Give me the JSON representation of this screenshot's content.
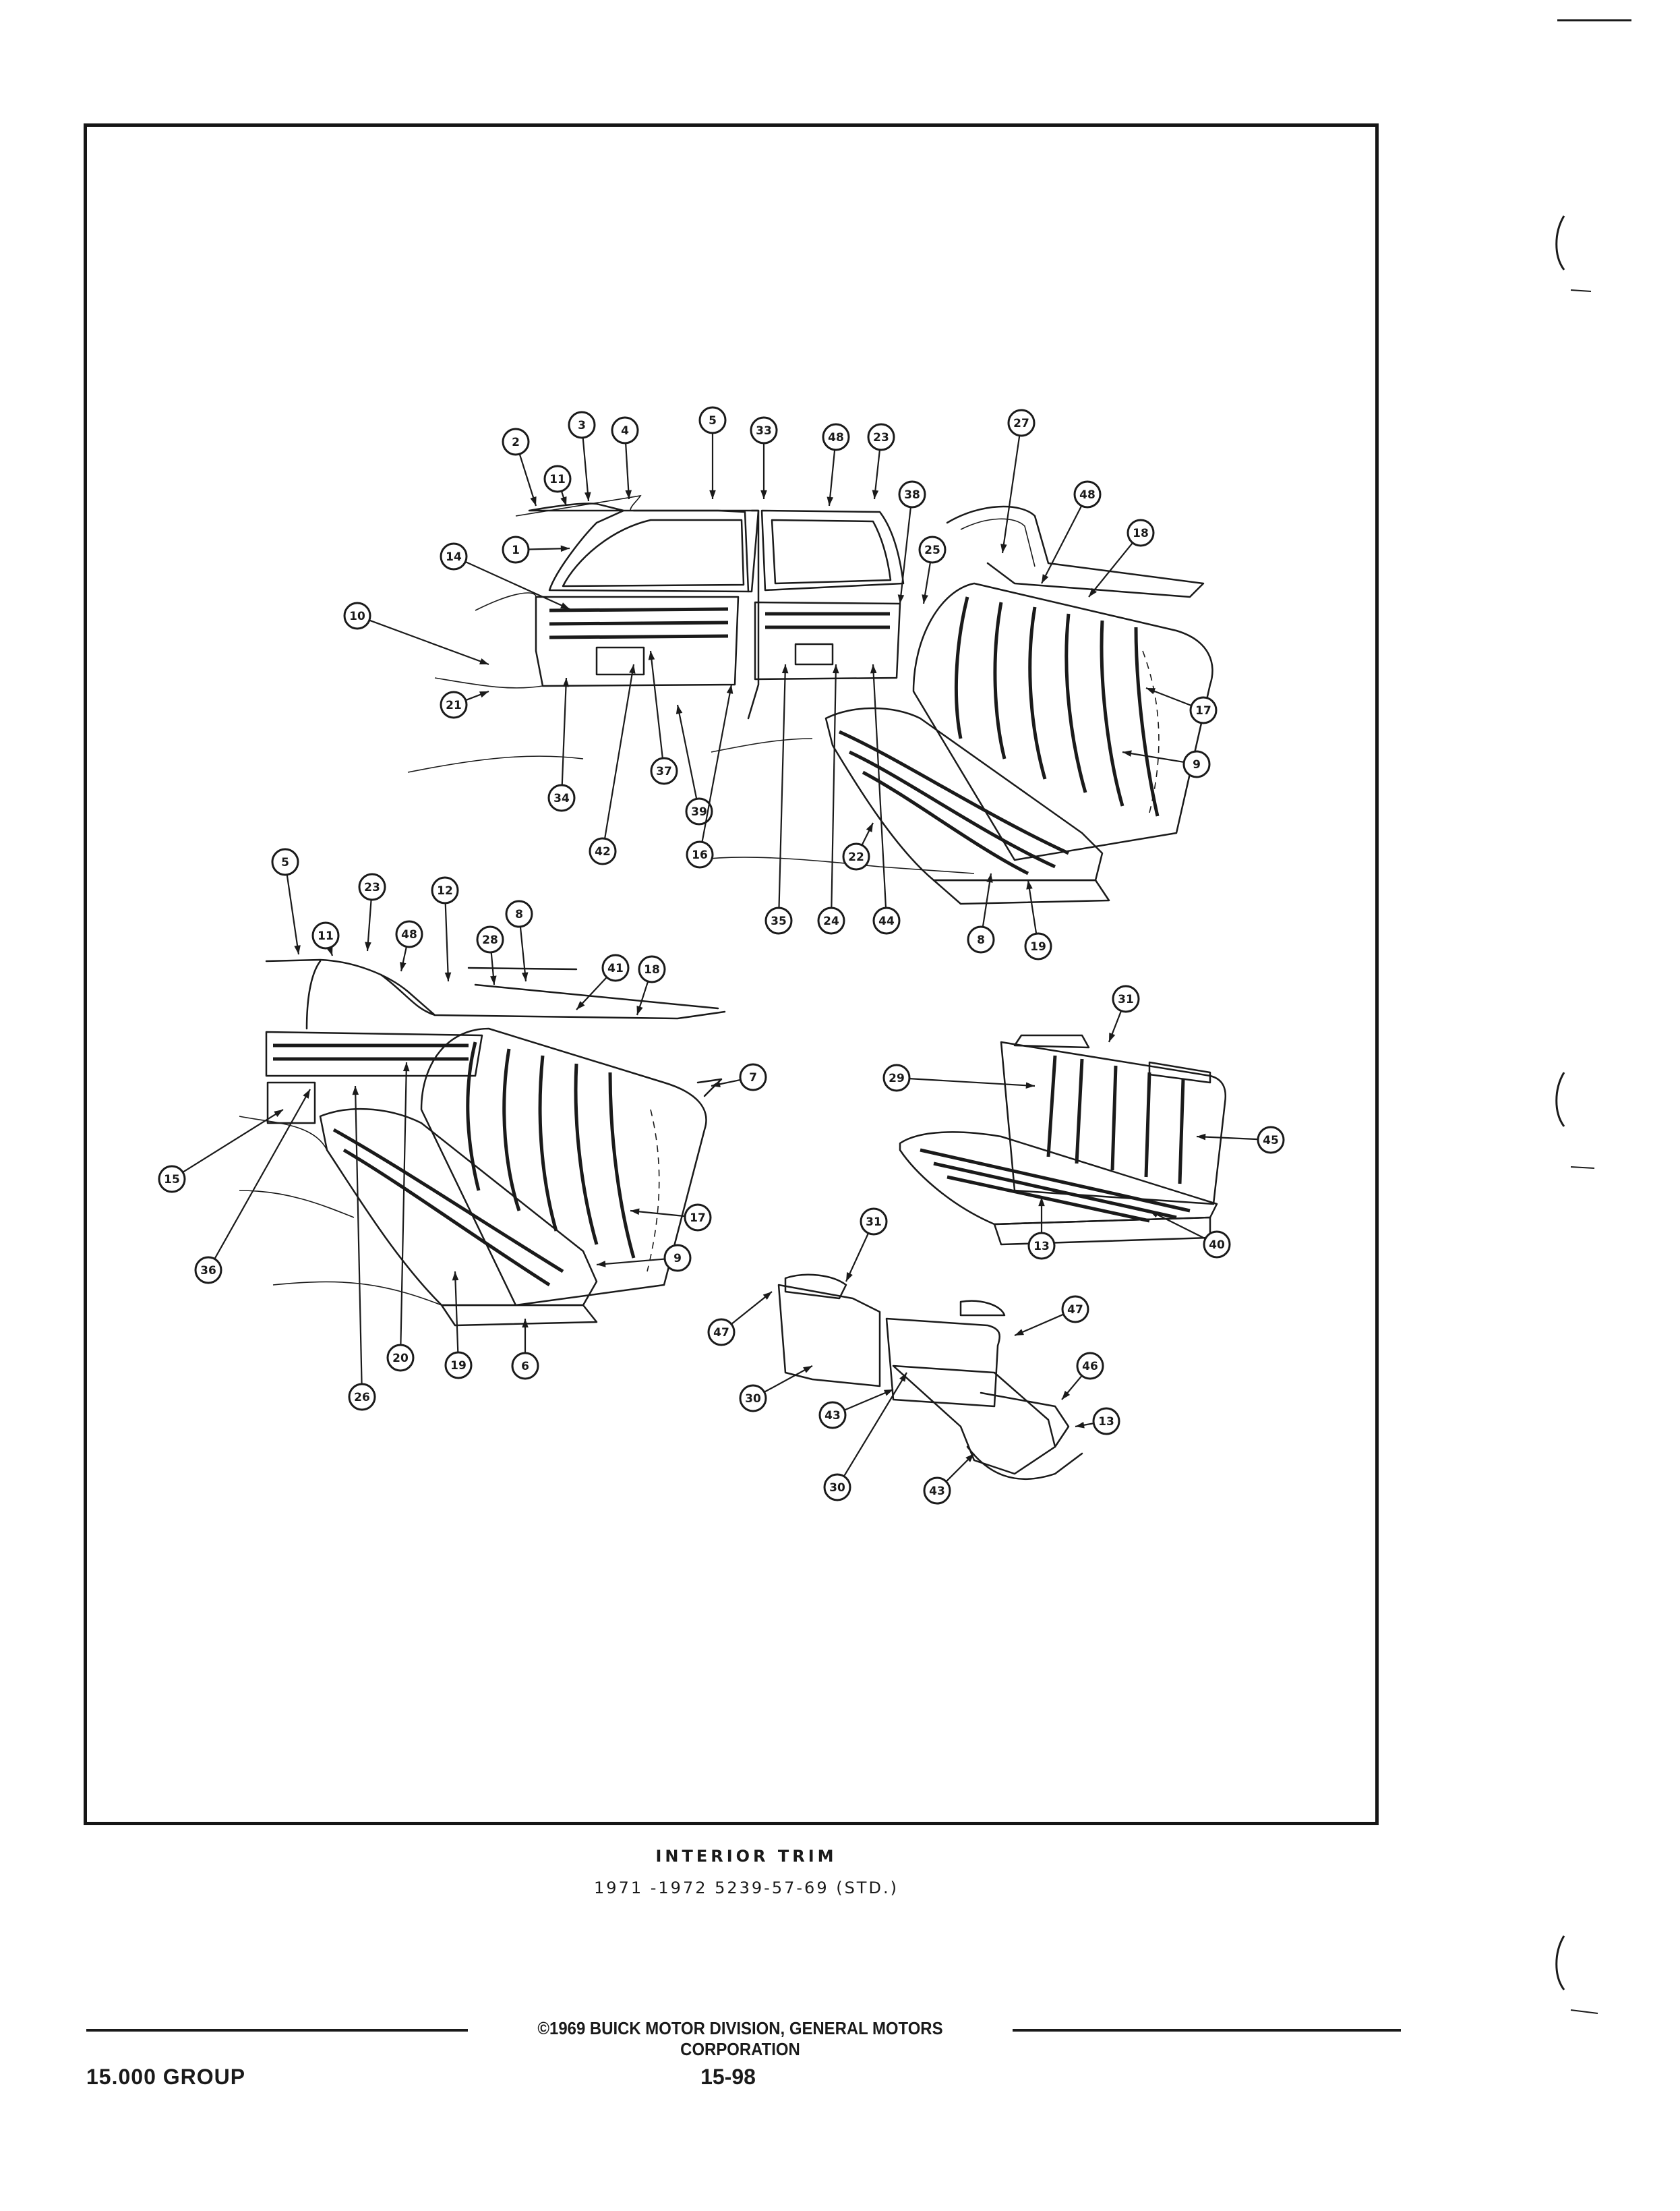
{
  "caption": {
    "title": "INTERIOR TRIM",
    "subtitle": "1971 -1972 5239-57-69 (STD.)"
  },
  "footer": {
    "copyright": "©1969 BUICK MOTOR DIVISION, GENERAL MOTORS CORPORATION",
    "group": "15.000 GROUP",
    "page_number": "15-98"
  },
  "callouts": {
    "top_view": [
      "2",
      "3",
      "4",
      "11",
      "5",
      "33",
      "48",
      "23",
      "27",
      "38",
      "48",
      "1",
      "14",
      "25",
      "18",
      "10",
      "21",
      "34",
      "37",
      "42",
      "39",
      "16",
      "35",
      "24",
      "44",
      "17",
      "9",
      "22",
      "8",
      "19"
    ],
    "middle_view": [
      "5",
      "23",
      "11",
      "48",
      "12",
      "28",
      "8",
      "41",
      "18",
      "7",
      "15",
      "36",
      "17",
      "9",
      "26",
      "20",
      "19",
      "6"
    ],
    "bench_seat": [
      "31",
      "29",
      "45",
      "13",
      "40"
    ],
    "split_seat": [
      "31",
      "47",
      "47",
      "46",
      "13",
      "30",
      "43",
      "30",
      "43"
    ]
  }
}
